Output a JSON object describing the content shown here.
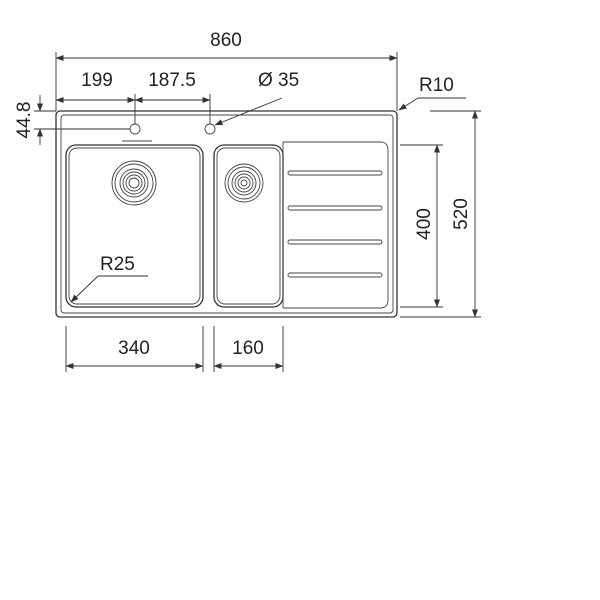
{
  "drawing": {
    "labels": {
      "overall_width": "860",
      "tap_offset": "199",
      "tap_spacing": "187.5",
      "hole_diameter": "Ø 35",
      "corner_radius": "R10",
      "edge_height": "44.8",
      "bowl_depth": "400",
      "overall_depth": "520",
      "bowl_radius": "R25",
      "main_bowl_width": "340",
      "small_bowl_width": "160"
    }
  }
}
